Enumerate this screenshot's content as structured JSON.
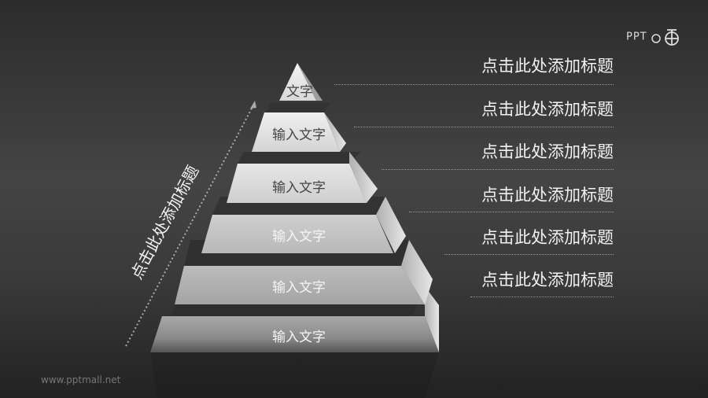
{
  "pyramid": {
    "tiers": [
      {
        "label": "文字"
      },
      {
        "label": "输入文字"
      },
      {
        "label": "输入文字"
      },
      {
        "label": "输入文字"
      },
      {
        "label": "输入文字"
      },
      {
        "label": "输入文字"
      }
    ]
  },
  "titles": [
    {
      "label": "点击此处添加标题"
    },
    {
      "label": "点击此处添加标题"
    },
    {
      "label": "点击此处添加标题"
    },
    {
      "label": "点击此处添加标题"
    },
    {
      "label": "点击此处添加标题"
    },
    {
      "label": "点击此处添加标题"
    }
  ],
  "side_title": "点击此处添加标题",
  "footer": "www.pptmall.net",
  "logo": {
    "text": "PPT",
    "icon": "pptmall-logo-icon"
  }
}
